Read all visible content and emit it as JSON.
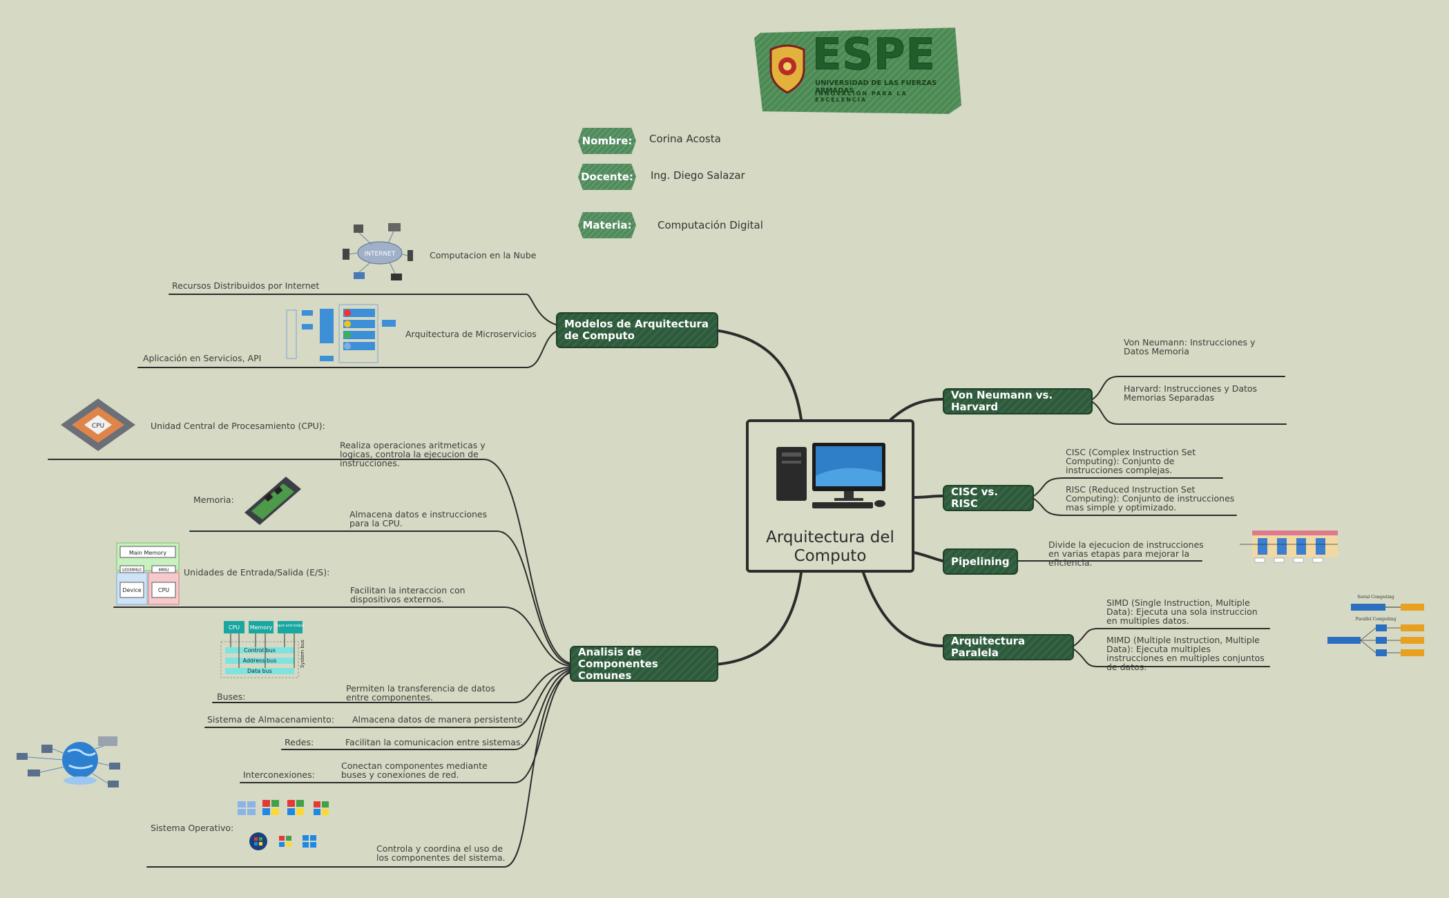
{
  "logo": {
    "brand": "ESPE",
    "subtitle": "UNIVERSIDAD DE LAS FUERZAS ARMADAS",
    "tagline": "INNOVACIÓN PARA LA EXCELENCIA",
    "color": "#4c8a54"
  },
  "info": {
    "nombre_label": "Nombre:",
    "nombre_value": "Corina Acosta",
    "docente_label": "Docente:",
    "docente_value": "Ing. Diego Salazar",
    "materia_label": "Materia:",
    "materia_value": "Computación Digital"
  },
  "central": {
    "title": "Arquitectura del Computo"
  },
  "branches": {
    "modelos": "Modelos de Arquitectura de Computo",
    "analisis": "Analisis de Componentes Comunes",
    "von": "Von Neumann vs. Harvard",
    "cisc": "CISC vs. RISC",
    "pipelining": "Pipelining",
    "paralela": "Arquitectura Paralela"
  },
  "modelos": {
    "nube": "Computacion en la Nube",
    "recursos": "Recursos Distribuidos por Internet",
    "micro": "Arquitectura de Microservicios",
    "api": "Aplicación en Servicios, API",
    "internet_label": "INTERNET"
  },
  "analisis": {
    "cpu": "Unidad Central de Procesamiento (CPU):",
    "cpu_desc": "Realiza operaciones aritmeticas y logicas, controla la ejecucion de instrucciones.",
    "memoria": "Memoria:",
    "memoria_desc": "Almacena datos e instrucciones para la CPU.",
    "es": "Unidades de Entrada/Salida (E/S):",
    "es_desc": "Facilitan la interaccion con dispositivos externos.",
    "buses": "Buses:",
    "buses_desc": "Permiten la transferencia de datos entre componentes.",
    "almacenamiento": "Sistema de Almacenamiento:",
    "almacenamiento_desc": "Almacena datos de manera persistente.",
    "redes": "Redes:",
    "redes_desc": "Facilitan la comunicacion entre sistemas.",
    "interconexiones": "Interconexiones:",
    "interconexiones_desc": "Conectan componentes mediante buses y conexiones de red.",
    "so": "Sistema Operativo:",
    "so_desc": "Controla y coordina el uso de los componentes del sistema."
  },
  "von": {
    "neumann": "Von Neumann: Instrucciones y Datos Memoria",
    "harvard": "Harvard: Instrucciones y Datos Memorias Separadas"
  },
  "cisc": {
    "cisc": "CISC (Complex Instruction Set Computing): Conjunto de instrucciones complejas.",
    "risc": "RISC (Reduced Instruction Set Computing): Conjunto de instrucciones mas simple y optimizado."
  },
  "pipelining": {
    "desc": "Divide la ejecucion de instrucciones en varias etapas para mejorar la eficiencia."
  },
  "paralela": {
    "simd": "SIMD (Single Instruction, Multiple Data): Ejecuta una sola instruccion en multiples datos.",
    "mimd": "MIMD (Multiple Instruction, Multiple Data): Ejecuta multiples instrucciones en multiples conjuntos de datos."
  },
  "diagrams": {
    "main_memory": "Main Memory",
    "device": "Device",
    "cpu": "CPU",
    "iomodule": "I/O(MMU)",
    "mmu": "MMU",
    "bus_cpu": "CPU",
    "bus_memory": "Memory",
    "bus_io": "Input and output",
    "control_bus": "Control bus",
    "address_bus": "Address bus",
    "data_bus": "Data bus",
    "system_bus": "System bus",
    "cpu_chip": "CPU",
    "serial": "Serial Computing",
    "parallel": "Parallel Computing"
  },
  "icons": [
    "computer-icon",
    "cpu-chip-icon",
    "memory-module-icon",
    "globe-network-icon",
    "windows-logo-icon"
  ]
}
